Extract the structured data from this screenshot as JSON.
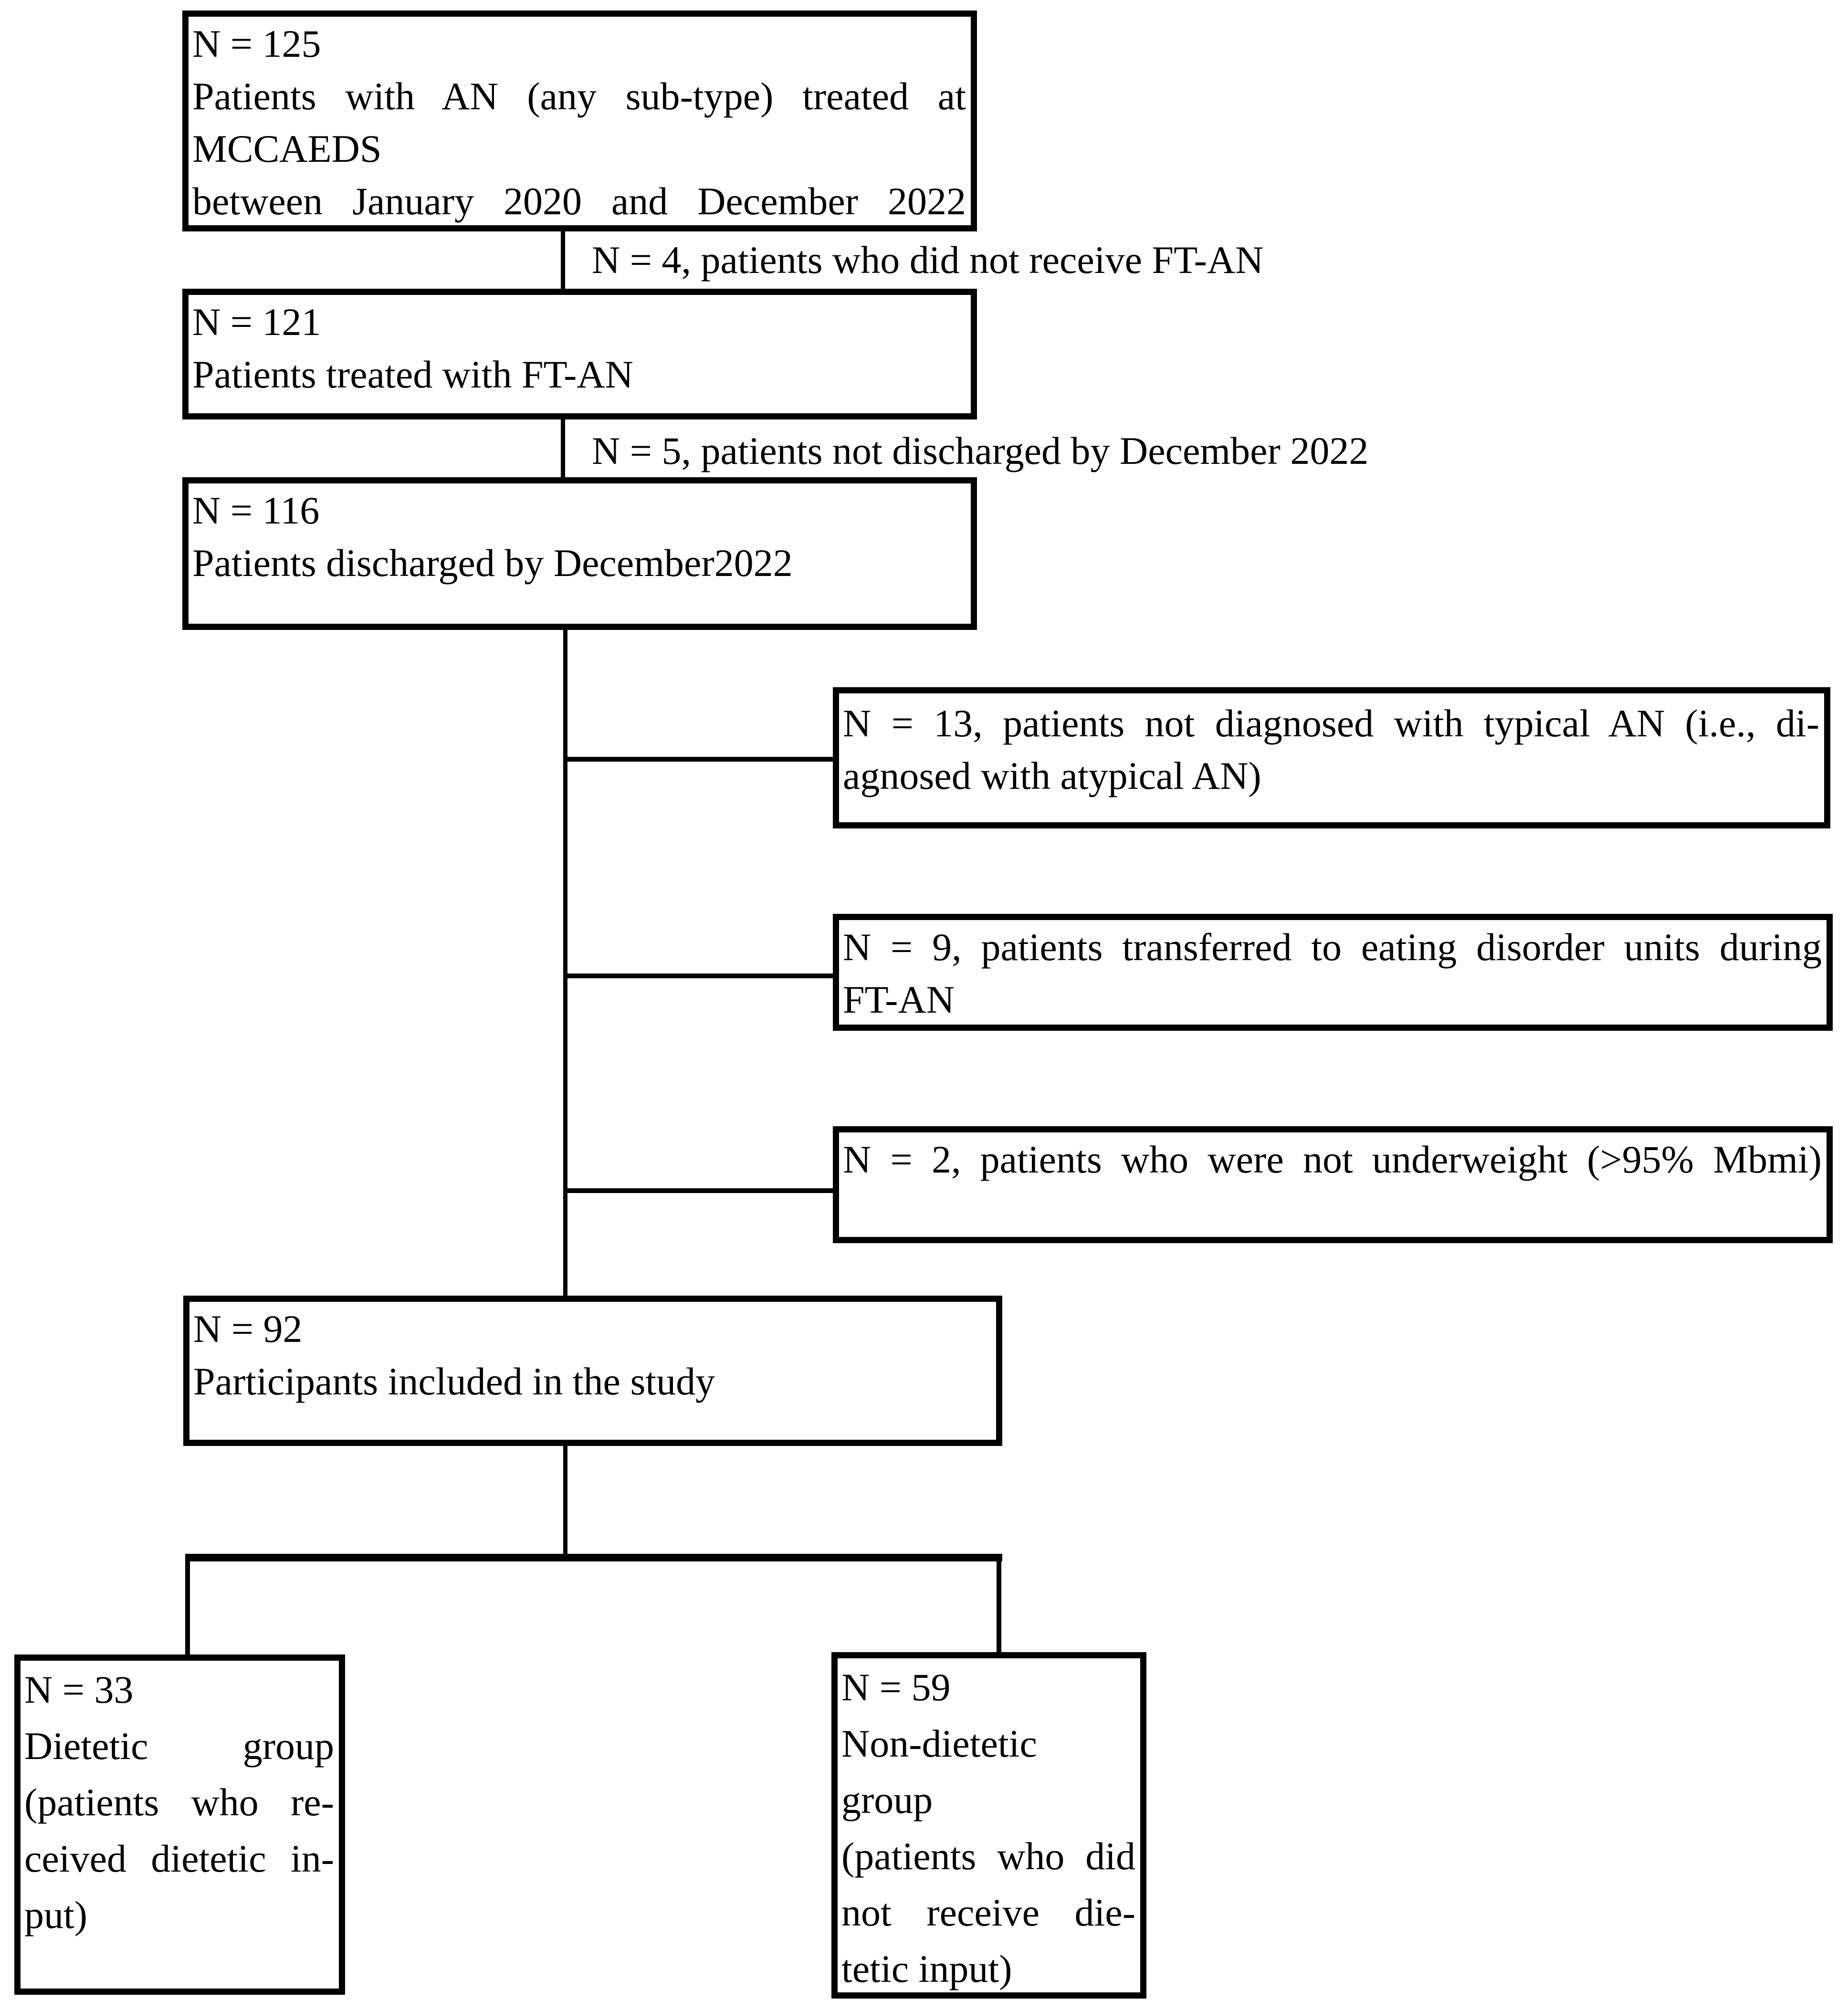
{
  "diagram": {
    "type": "flowchart",
    "title_semantic": "Participant flow diagram for FT-AN study",
    "boxes": {
      "n125": {
        "line1": "N = 125",
        "line2": "Patients with AN (any sub-type) treated at",
        "line3": "MCCAEDS",
        "line4": "between January 2020 and December 2022"
      },
      "n121": {
        "line1": "N = 121",
        "line2": "Patients treated with FT-AN"
      },
      "n116": {
        "line1": "N = 116",
        "line2": "Patients discharged by December2022"
      },
      "n13": {
        "line1": "N = 13, patients not diagnosed with typical AN (i.e., di-",
        "line2": "agnosed with atypical AN)"
      },
      "n9": {
        "line1": "N = 9, patients transferred to eating disorder units during",
        "line2": "FT-AN"
      },
      "n2": {
        "line1": "N = 2, patients who were not underweight (>95% Mbmi)"
      },
      "n92": {
        "line1": "N = 92",
        "line2": "Participants included in the study"
      },
      "n33": {
        "line1": "N = 33",
        "line2": "Dietetic group",
        "line3": "(patients who re-",
        "line4": "ceived dietetic in-",
        "line5": "put)"
      },
      "n59": {
        "line1": "N = 59",
        "line2": "Non-dietetic",
        "line3": "group",
        "line4": "(patients who did",
        "line5": "not receive die-",
        "line6": "tetic input)"
      }
    },
    "exclusion_labels": {
      "no_ftan": "N = 4, patients who did not receive FT-AN",
      "not_discharged": "N = 5, patients not discharged by December 2022"
    },
    "colors": {
      "background": "#ffffff",
      "line": "#000000",
      "text": "#000000"
    }
  }
}
